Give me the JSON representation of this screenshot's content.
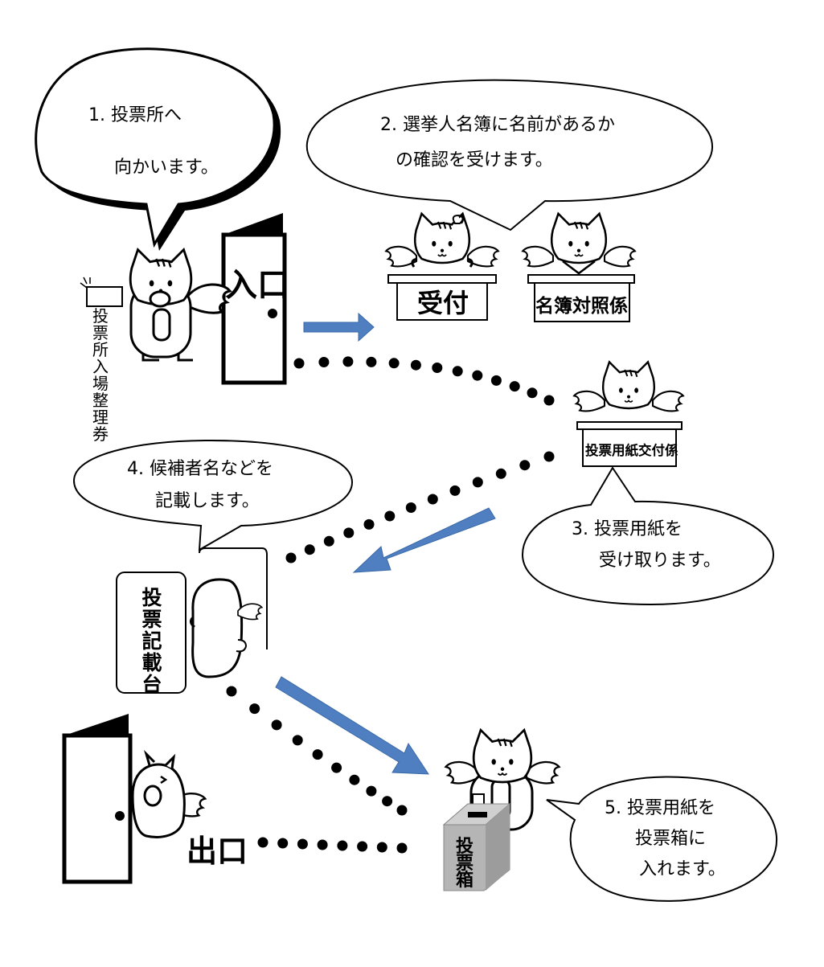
{
  "steps": [
    {
      "line1": "1. 投票所へ",
      "line2": "向かいます。"
    },
    {
      "line1": "2. 選挙人名簿に名前があるか",
      "line2": "の確認を受けます。"
    },
    {
      "line1": "3. 投票用紙を",
      "line2": "受け取ります。"
    },
    {
      "line1": "4. 候補者名などを",
      "line2": "記載します。"
    },
    {
      "line1": "5. 投票用紙を",
      "line2": "投票箱に",
      "line3": "入れます。"
    }
  ],
  "labels": {
    "entrance": "入口",
    "exit": "出口",
    "reception": "受付",
    "roll_check": "名簿対照係",
    "ballot_issue": "投票用紙交付係",
    "ticket_vertical": [
      "投",
      "票",
      "所",
      "入",
      "場",
      "整",
      "理",
      "券"
    ],
    "writing_desk_vertical": [
      "投",
      "票",
      "記",
      "載",
      "台"
    ],
    "ballot_box_vertical": [
      "投",
      "票",
      "箱"
    ]
  },
  "colors": {
    "arrow": "#4f7fc0",
    "ballot_box": "#b5b5b5",
    "ink": "#000000"
  }
}
